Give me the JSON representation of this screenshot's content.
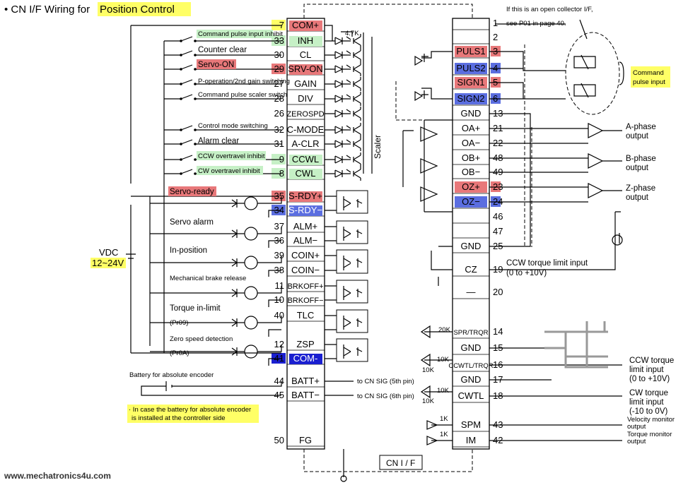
{
  "title_prefix": "• CN I/F Wiring for ",
  "title_highlight": "Position Control",
  "footer": "www.mechatronics4u.com",
  "left_labels": {
    "cmd_inhibit": "Command pulse input inhibit",
    "counter_clear": "Counter clear",
    "servo_on": "Servo-ON",
    "gain": "P-operation/2nd gain switching",
    "div": "Command pulse scaler switch",
    "cmode": "Control mode switching",
    "alarm_clear": "Alarm clear",
    "ccw_inhibit": "CCW overtravel inhibit",
    "cw_inhibit": "CW overtravel inhibit",
    "servo_ready": "Servo-ready",
    "servo_alarm": "Servo alarm",
    "in_position": "In-position",
    "brake": "Mechanical brake release",
    "torque_limit": "Torque in-limit",
    "pr09": "(Pr09)",
    "zero_speed": "Zero speed detection",
    "pr0a": "(Pr0A)",
    "vdc": "VDC",
    "vdc_range": "12~24V",
    "battery": "Battery for absolute encoder",
    "note1": "· In case the battery for absolute encoder",
    "note2": "is installed at the controller side",
    "res_47k": "4.7K",
    "scaler": "Scaler",
    "cn_sig5": "to CN SIG (5th pin)",
    "cn_sig6": "to CN SIG (6th pin)"
  },
  "left_pins": [
    {
      "n": "7",
      "name": "COM+"
    },
    {
      "n": "33",
      "name": "INH"
    },
    {
      "n": "30",
      "name": "CL"
    },
    {
      "n": "29",
      "name": "SRV-ON"
    },
    {
      "n": "27",
      "name": "GAIN"
    },
    {
      "n": "28",
      "name": "DIV"
    },
    {
      "n": "26",
      "name": "ZEROSPD"
    },
    {
      "n": "32",
      "name": "C-MODE"
    },
    {
      "n": "31",
      "name": "A-CLR"
    },
    {
      "n": "9",
      "name": "CCWL"
    },
    {
      "n": "8",
      "name": "CWL"
    },
    {
      "n": "35",
      "name": "S-RDY+"
    },
    {
      "n": "34",
      "name": "S-RDY−"
    },
    {
      "n": "37",
      "name": "ALM+"
    },
    {
      "n": "36",
      "name": "ALM−"
    },
    {
      "n": "39",
      "name": "COIN+"
    },
    {
      "n": "38",
      "name": "COIN−"
    },
    {
      "n": "11",
      "name": "BRKOFF+"
    },
    {
      "n": "10",
      "name": "BRKOFF−"
    },
    {
      "n": "40",
      "name": "TLC"
    },
    {
      "n": "12",
      "name": "ZSP"
    },
    {
      "n": "41",
      "name": "COM-"
    },
    {
      "n": "44",
      "name": "BATT+"
    },
    {
      "n": "45",
      "name": "BATT−"
    },
    {
      "n": "50",
      "name": "FG"
    }
  ],
  "right_pins": [
    {
      "n": "1",
      "name": ""
    },
    {
      "n": "2",
      "name": ""
    },
    {
      "n": "3",
      "name": "PULS1"
    },
    {
      "n": "4",
      "name": "PULS2"
    },
    {
      "n": "5",
      "name": "SIGN1"
    },
    {
      "n": "6",
      "name": "SIGN2"
    },
    {
      "n": "13",
      "name": "GND"
    },
    {
      "n": "21",
      "name": "OA+"
    },
    {
      "n": "22",
      "name": "OA−"
    },
    {
      "n": "48",
      "name": "OB+"
    },
    {
      "n": "49",
      "name": "OB−"
    },
    {
      "n": "23",
      "name": "OZ+"
    },
    {
      "n": "24",
      "name": "OZ−"
    },
    {
      "n": "46",
      "name": ""
    },
    {
      "n": "47",
      "name": ""
    },
    {
      "n": "25",
      "name": "GND"
    },
    {
      "n": "19",
      "name": "CZ"
    },
    {
      "n": "20",
      "name": "—"
    },
    {
      "n": "14",
      "name": "SPR/TRQR"
    },
    {
      "n": "15",
      "name": "GND"
    },
    {
      "n": "16",
      "name": "CCWTL/TRQR"
    },
    {
      "n": "17",
      "name": "GND"
    },
    {
      "n": "18",
      "name": "CWTL"
    },
    {
      "n": "43",
      "name": "SPM"
    },
    {
      "n": "42",
      "name": "IM"
    }
  ],
  "right_labels": {
    "open_collector1": "If this is an open collector I/F,",
    "open_collector2": "see P01 in page 40.",
    "command_pulse1": "Command",
    "command_pulse2": "pulse input",
    "a_phase1": "A-phase",
    "a_phase2": "output",
    "b_phase1": "B-phase",
    "b_phase2": "output",
    "z_phase1": "Z-phase",
    "z_phase2": "output",
    "ccw_torque_input": "CCW torque limit input",
    "ccw_torque_range": "(0 to +10V)",
    "ccw_torque1": "CCW torque",
    "ccw_torque2": "limit input",
    "ccw_torque3": "(0 to +10V)",
    "cw_torque1": "CW torque",
    "cw_torque2": "limit input",
    "cw_torque3": "(-10 to 0V)",
    "vel_mon1": "Velocity monitor",
    "vel_mon2": "output",
    "torq_mon1": "Torque monitor",
    "torq_mon2": "output",
    "r20k": "20K",
    "r10k_a": "10K",
    "r10k_b": "10K",
    "r10k_c": "10K",
    "r10k_d": "10K",
    "r1k_a": "1K",
    "r1k_b": "1K",
    "cn_if": "CN I / F"
  },
  "colors": {
    "red": "#e8787a",
    "blue": "#5b6ee0",
    "green": "#c6f0c6",
    "yellow": "#ffff66",
    "navy": "#1a1fd0"
  }
}
